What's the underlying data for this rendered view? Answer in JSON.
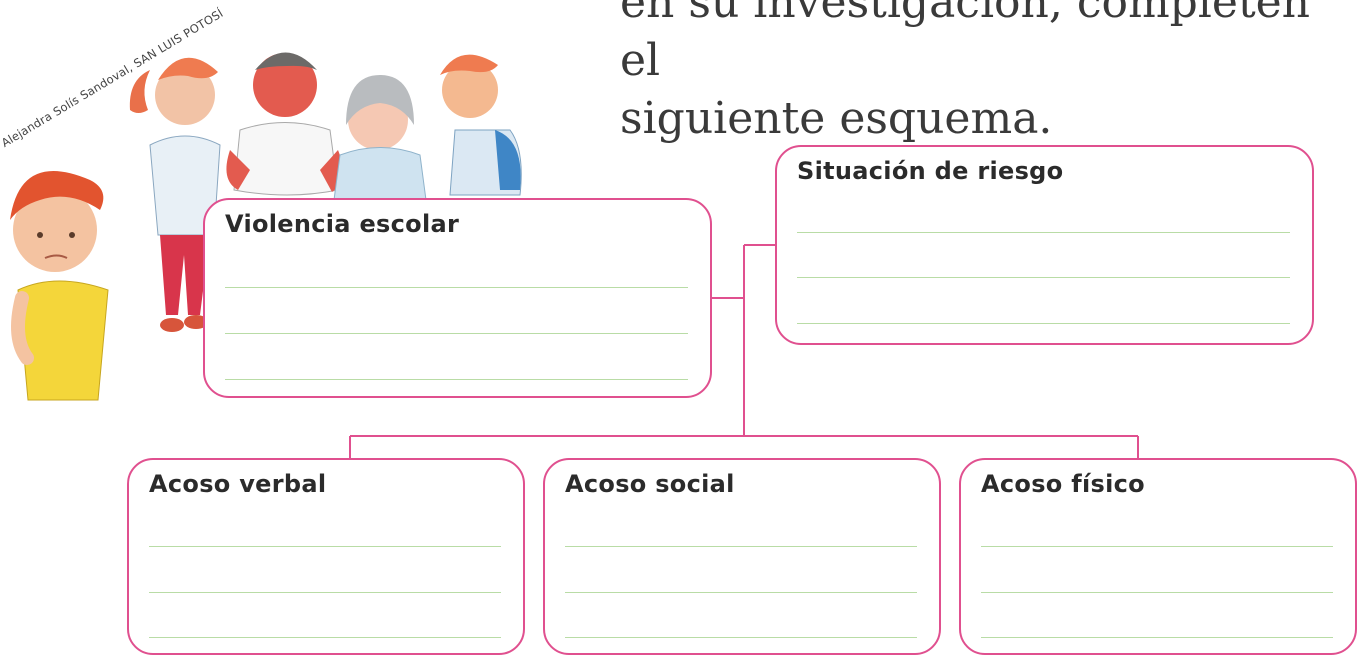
{
  "instruction": {
    "line1": "en su investigación, completen el",
    "line2": "siguiente esquema."
  },
  "illustration": {
    "credit": "Alejandra Solís Sandoval, SAN LUIS POTOSÍ"
  },
  "diagram": {
    "violencia": {
      "title": "Violencia escolar"
    },
    "situacion": {
      "title": "Situación de riesgo"
    },
    "verbal": {
      "title": "Acoso verbal"
    },
    "social": {
      "title": "Acoso social"
    },
    "fisico": {
      "title": "Acoso físico"
    }
  },
  "colors": {
    "box_border": "#e0508f",
    "writing_line": "#b9dca6",
    "connector": "#e0508f"
  }
}
